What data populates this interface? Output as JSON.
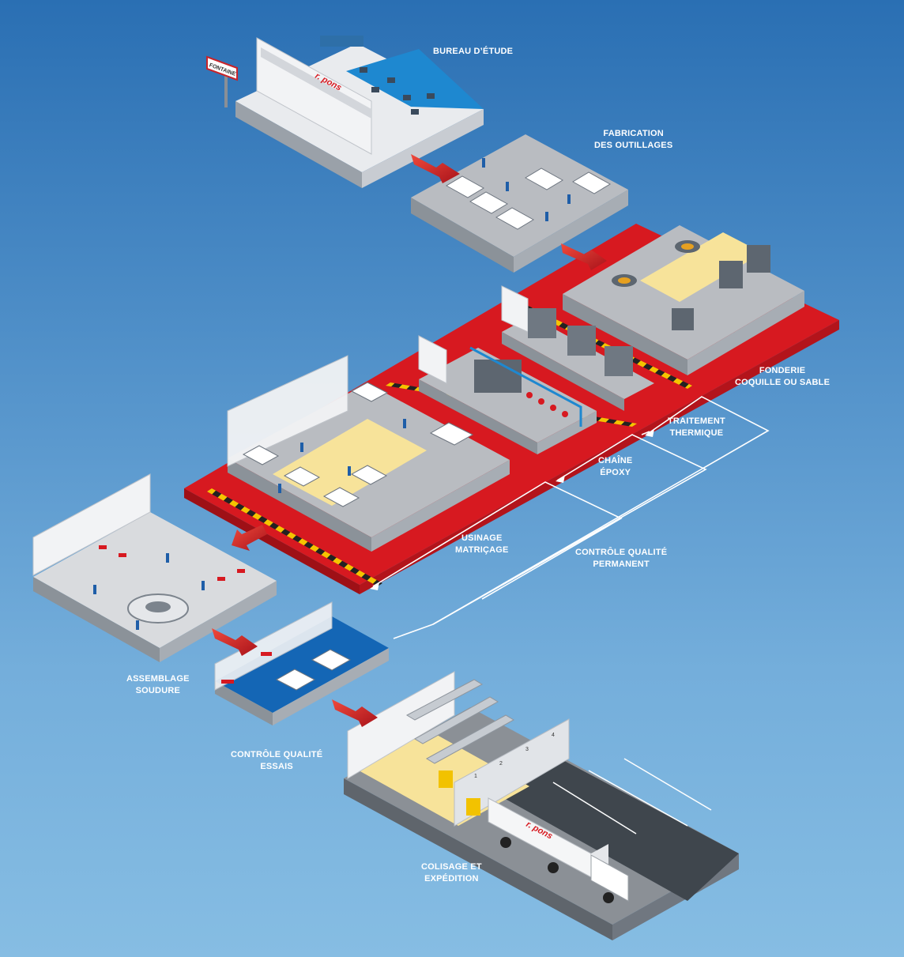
{
  "stations": {
    "bureau": {
      "line1": "BUREAU D’ÉTUDE"
    },
    "outillage": {
      "line1": "FABRICATION",
      "line2": "DES OUTILLAGES"
    },
    "fonderie": {
      "line1": "FONDERIE",
      "line2": "COQUILLE OU SABLE"
    },
    "traitement": {
      "line1": "TRAITEMENT",
      "line2": "THERMIQUE"
    },
    "epoxy": {
      "line1": "CHAÎNE",
      "line2": "ÉPOXY"
    },
    "usinage": {
      "line1": "USINAGE",
      "line2": "MATRIÇAGE"
    },
    "controle_permanent": {
      "line1": "CONTRÔLE QUALITÉ",
      "line2": "PERMANENT"
    },
    "assemblage": {
      "line1": "ASSEMBLAGE",
      "line2": "SOUDURE"
    },
    "controle_essais": {
      "line1": "CONTRÔLE QUALITÉ",
      "line2": "ESSAIS"
    },
    "colisage": {
      "line1": "COLISAGE ET",
      "line2": "EXPÉDITION"
    }
  },
  "signs": {
    "street": "FONTAINE",
    "bay_numbers": [
      "1",
      "2",
      "3",
      "4"
    ]
  },
  "brand": {
    "name": "r. pons"
  },
  "colors": {
    "background_top": "#2a6fb3",
    "background_bottom": "#86bde3",
    "red_zone": "#d71920",
    "floor_blue": "#1e88d0",
    "floor_gray": "#b9bcc1",
    "floor_yellow": "#f7e39a",
    "arrow_red": "#d71920",
    "flow_line": "#ffffff"
  }
}
